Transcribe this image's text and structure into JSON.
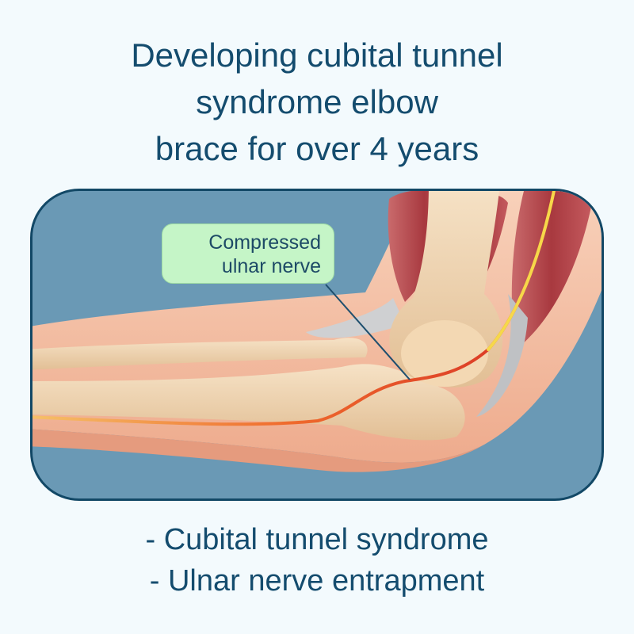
{
  "title": {
    "lines": [
      "Developing cubital tunnel",
      "syndrome elbow",
      "brace for over 4 years"
    ]
  },
  "figure": {
    "callout": {
      "lines": [
        "Compressed",
        "ulnar nerve"
      ]
    },
    "colors": {
      "background": "#6a99b5",
      "border": "#124866",
      "skin": "#f5c3a6",
      "bone": "#efd2ad",
      "muscle": "#b64c52",
      "tendon": "#c8c9cb",
      "nerve": "#e8452b",
      "callout": "#c5f5c7"
    }
  },
  "bullets": [
    "- Cubital tunnel syndrome",
    "- Ulnar nerve entrapment"
  ]
}
